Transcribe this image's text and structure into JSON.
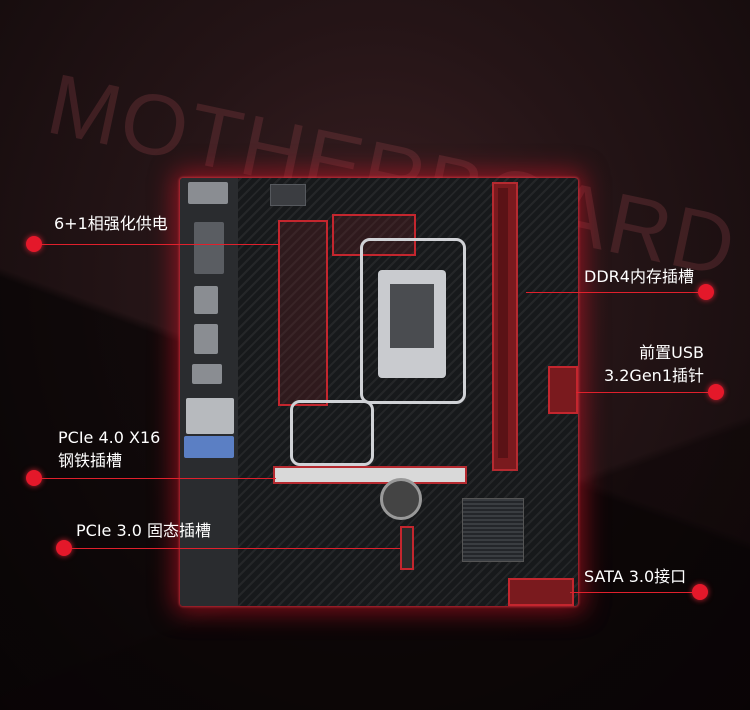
{
  "watermark": "MOTHERBOARD",
  "callouts": {
    "vrm": "6+1相强化供电",
    "ddr4": "DDR4内存插槽",
    "usb_line1": "前置USB",
    "usb_line2": "3.2Gen1插针",
    "pcie4_line1": "PCIe 4.0 X16",
    "pcie4_line2": "钢铁插槽",
    "pcie3": "PCIe 3.0 固态插槽",
    "sata": "SATA 3.0接口"
  },
  "colors": {
    "accent": "#e4182a",
    "background": "#241416",
    "board": "#17191b"
  }
}
